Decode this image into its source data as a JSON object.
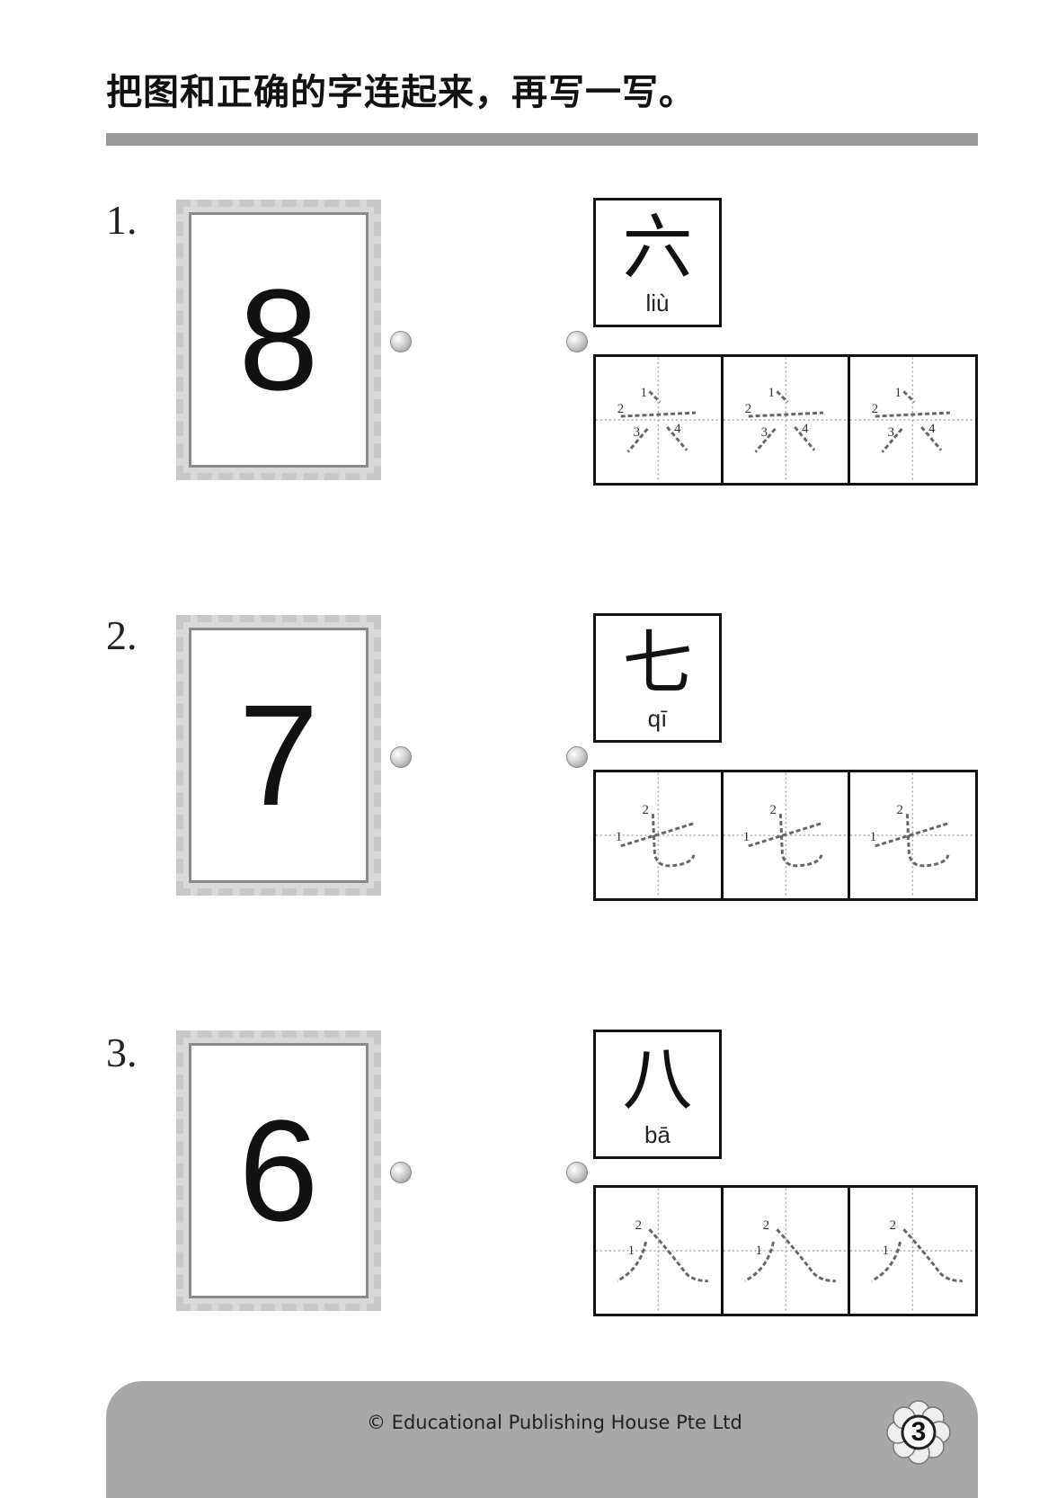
{
  "instruction": "把图和正确的字连起来，再写一写。",
  "items": [
    {
      "number": "1.",
      "digit": "8",
      "hanzi": "六",
      "pinyin": "liù"
    },
    {
      "number": "2.",
      "digit": "7",
      "hanzi": "七",
      "pinyin": "qī"
    },
    {
      "number": "3.",
      "digit": "6",
      "hanzi": "八",
      "pinyin": "bā"
    }
  ],
  "footer": {
    "copyright": "© Educational Publishing House Pte Ltd",
    "page": "3"
  }
}
